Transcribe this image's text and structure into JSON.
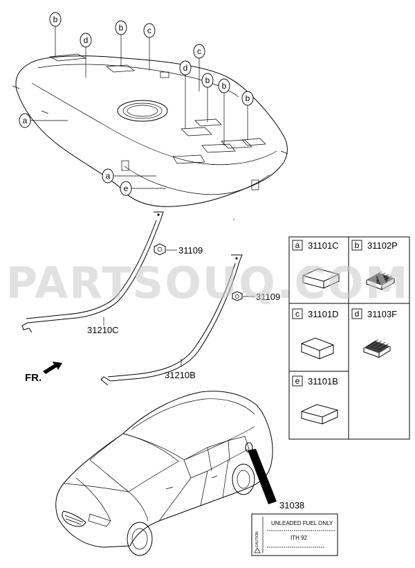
{
  "callouts": {
    "b": "b",
    "d": "d",
    "c": "c",
    "a": "a",
    "e": "e"
  },
  "parts": {
    "p31109": "31109",
    "p31210C": "31210C",
    "p31210B": "31210B",
    "p31038": "31038"
  },
  "direction": "FR.",
  "watermark": "PARTSOUQ.COM",
  "legend": {
    "cells": [
      {
        "letter": "a",
        "part": "31101C"
      },
      {
        "letter": "b",
        "part": "31102P"
      },
      {
        "letter": "c",
        "part": "31101D"
      },
      {
        "letter": "d",
        "part": "31103F"
      },
      {
        "letter": "e",
        "part": "31101B"
      }
    ]
  },
  "label_card": {
    "title": "UNLEADED FUEL ONLY",
    "line2": "ITH 92",
    "caution": "CAUTION"
  },
  "colors": {
    "ink": "#000000",
    "watermark": "#c8c8c8",
    "background": "#ffffff"
  }
}
